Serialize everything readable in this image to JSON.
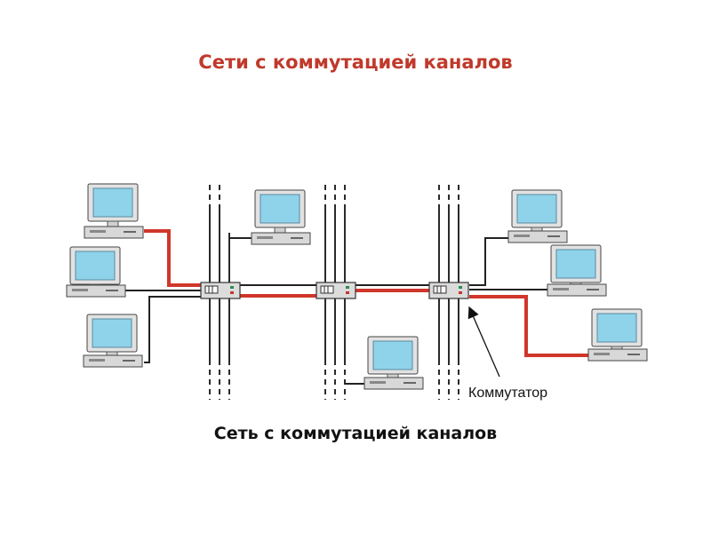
{
  "title": "Сети с коммутацией каналов",
  "caption": "Сеть с коммутацией каналов",
  "switch_label": "Коммутатор",
  "colors": {
    "title": "#c0392b",
    "active_circuit": "#d0362a",
    "idle_link": "#222222",
    "monitor_screen": "#8fd3ea",
    "device_body": "#e2e2e2"
  },
  "nodes": [
    {
      "kind": "computer",
      "name": "computer-left-top"
    },
    {
      "kind": "computer",
      "name": "computer-left-middle"
    },
    {
      "kind": "computer",
      "name": "computer-left-bottom"
    },
    {
      "kind": "computer",
      "name": "computer-center-top"
    },
    {
      "kind": "computer",
      "name": "computer-center-bottom"
    },
    {
      "kind": "computer",
      "name": "computer-right-top"
    },
    {
      "kind": "computer",
      "name": "computer-right-middle"
    },
    {
      "kind": "computer",
      "name": "computer-right-bottom"
    },
    {
      "kind": "switch",
      "name": "switch-1"
    },
    {
      "kind": "switch",
      "name": "switch-2"
    },
    {
      "kind": "switch",
      "name": "switch-3"
    }
  ]
}
